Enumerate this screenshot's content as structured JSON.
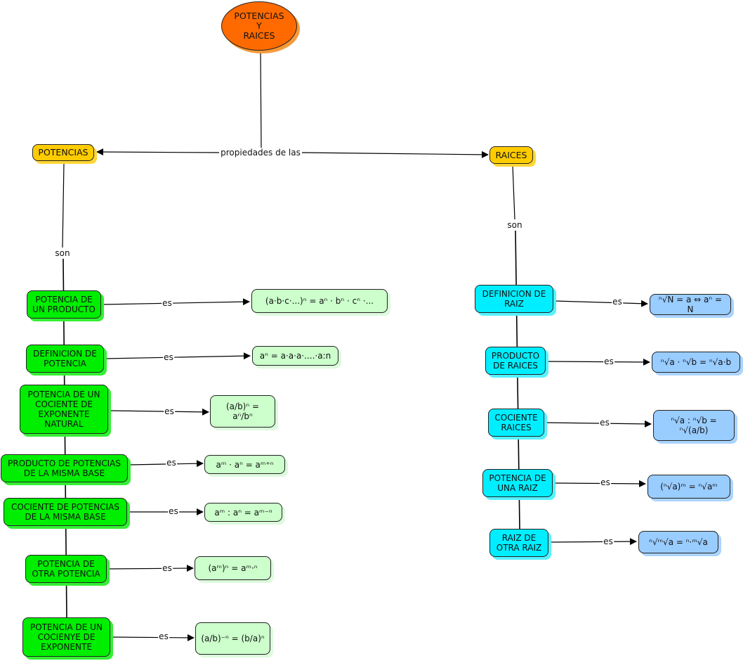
{
  "root": {
    "label": "POTENCIAS\nY\nRAICES"
  },
  "link_root": "propiedades de las",
  "main_nodes": {
    "left": "POTENCIAS",
    "right": "RAICES"
  },
  "link_son": "son",
  "link_es": "es",
  "colors": {
    "root": "#ff6a00",
    "main": "#ffcc00",
    "potencias_concepts": "#00ee00",
    "raices_concepts": "#00eeff",
    "potencias_formulas": "#ccffcc",
    "raices_formulas": "#99ccff"
  },
  "potencias": [
    {
      "concept": "POTENCIA DE\nUN PRODUCTO",
      "formula": "(a·b·c·...)ⁿ = aⁿ · bⁿ · cⁿ ·..."
    },
    {
      "concept": "DEFINICION DE\nPOTENCIA",
      "formula": "aⁿ = a·a·a·....·a:n"
    },
    {
      "concept": "POTENCIA DE UN\nCOCIENTE DE\nEXPONENTE\nNATURAL",
      "formula": "(a/b)ⁿ = aⁿ/bⁿ"
    },
    {
      "concept": "PRODUCTO DE POTENCIAS\nDE LA MISMA BASE",
      "formula": "aᵐ · aⁿ = aᵐ⁺ⁿ"
    },
    {
      "concept": "COCIENTE DE POTENCIAS\nDE LA MISMA BASE",
      "formula": "aᵐ : aⁿ = aᵐ⁻ⁿ"
    },
    {
      "concept": "POTENCIA DE\nOTRA POTENCIA",
      "formula": "(aᵐ)ⁿ = aᵐ·ⁿ"
    },
    {
      "concept": "POTENCIA DE UN\nCOCIENYE DE\nEXPONENTE",
      "formula": "(a/b)⁻ⁿ = (b/a)ⁿ"
    }
  ],
  "raices": [
    {
      "concept": "DEFINICION DE\nRAIZ",
      "formula": "ⁿ√N = a ⇔ aⁿ = N"
    },
    {
      "concept": "PRODUCTO\nDE RAICES",
      "formula": "ⁿ√a · ⁿ√b = ⁿ√a·b"
    },
    {
      "concept": "COCIENTE\nRAICES",
      "formula": "ⁿ√a : ⁿ√b = ⁿ√(a/b)"
    },
    {
      "concept": "POTENCIA DE\nUNA RAIZ",
      "formula": "(ⁿ√a)ᵐ = ⁿ√aᵐ"
    },
    {
      "concept": "RAIZ DE\nOTRA RAIZ",
      "formula": "ⁿ√ᵐ√a = ⁿ·ᵐ√a"
    }
  ]
}
